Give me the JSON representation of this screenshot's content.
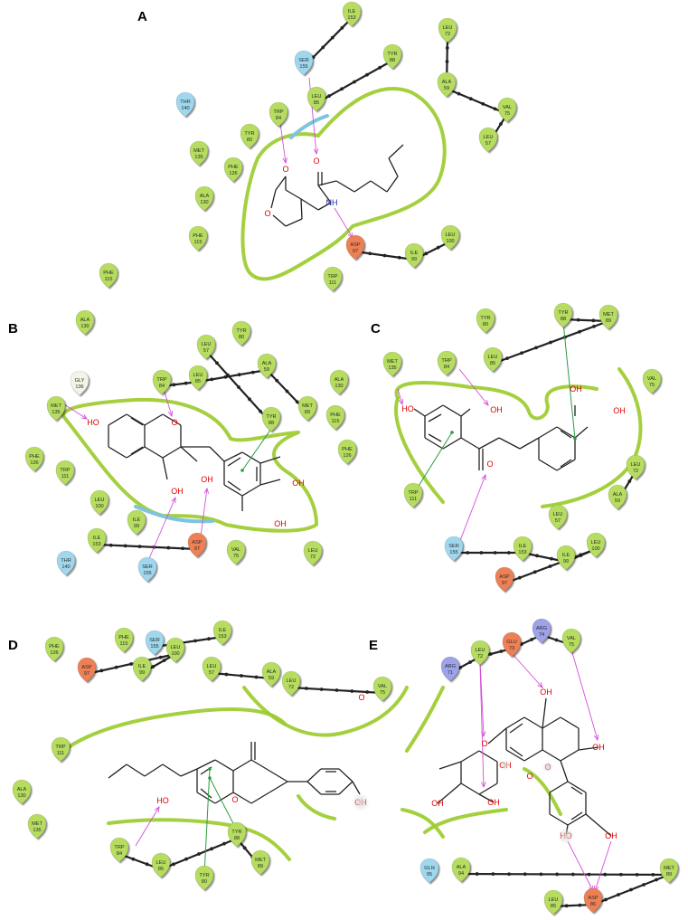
{
  "colors": {
    "hydrophobic": "#b6dd5e",
    "polar": "#9fd8ee",
    "negative": "#ee8055",
    "positive": "#9ea2e8",
    "glycine": "#f4f4e6",
    "pocket": "#9ccc2f",
    "solvent": "#7ec4dd",
    "hbond": "#d34ed8",
    "pipi": "#2a9d3e",
    "bond": "#222222",
    "oxygen": "#e00000",
    "nitrogen": "#1f2fb0"
  },
  "panels": [
    {
      "id": "A",
      "label": "A",
      "residues": [
        {
          "name": "ILE",
          "num": "153",
          "type": "hydrophobic"
        },
        {
          "name": "SER",
          "num": "155",
          "type": "polar"
        },
        {
          "name": "TYR",
          "num": "88",
          "type": "hydrophobic"
        },
        {
          "name": "LEU",
          "num": "85",
          "type": "hydrophobic"
        },
        {
          "name": "TRP",
          "num": "84",
          "type": "hydrophobic"
        },
        {
          "name": "THR",
          "num": "140",
          "type": "polar"
        },
        {
          "name": "TYR",
          "num": "80",
          "type": "hydrophobic"
        },
        {
          "name": "MET",
          "num": "135",
          "type": "hydrophobic"
        },
        {
          "name": "PHE",
          "num": "126",
          "type": "hydrophobic"
        },
        {
          "name": "ALA",
          "num": "130",
          "type": "hydrophobic"
        },
        {
          "name": "PHE",
          "num": "115",
          "type": "hydrophobic"
        },
        {
          "name": "TRP",
          "num": "111",
          "type": "hydrophobic"
        },
        {
          "name": "ASP",
          "num": "97",
          "type": "negative"
        },
        {
          "name": "ILE",
          "num": "99",
          "type": "hydrophobic"
        },
        {
          "name": "LEU",
          "num": "100",
          "type": "hydrophobic"
        },
        {
          "name": "LEU",
          "num": "72",
          "type": "hydrophobic"
        },
        {
          "name": "ALA",
          "num": "59",
          "type": "hydrophobic"
        },
        {
          "name": "VAL",
          "num": "75",
          "type": "hydrophobic"
        },
        {
          "name": "LEU",
          "num": "57",
          "type": "hydrophobic"
        }
      ],
      "atoms": [
        "O",
        "O",
        "O",
        "NH"
      ]
    },
    {
      "id": "B",
      "label": "B",
      "residues": [
        {
          "name": "ALA",
          "num": "130",
          "type": "hydrophobic"
        },
        {
          "name": "PHE",
          "num": "115",
          "type": "hydrophobic"
        },
        {
          "name": "GLY",
          "num": "136",
          "type": "glycine"
        },
        {
          "name": "MET",
          "num": "135",
          "type": "hydrophobic"
        },
        {
          "name": "TRP",
          "num": "84",
          "type": "hydrophobic"
        },
        {
          "name": "LEU",
          "num": "85",
          "type": "hydrophobic"
        },
        {
          "name": "LEU",
          "num": "57",
          "type": "hydrophobic"
        },
        {
          "name": "TYR",
          "num": "80",
          "type": "hydrophobic"
        },
        {
          "name": "ALA",
          "num": "59",
          "type": "hydrophobic"
        },
        {
          "name": "TYR",
          "num": "88",
          "type": "hydrophobic"
        },
        {
          "name": "MET",
          "num": "89",
          "type": "hydrophobic"
        },
        {
          "name": "ALA",
          "num": "130",
          "type": "hydrophobic"
        },
        {
          "name": "PHE",
          "num": "115",
          "type": "hydrophobic"
        },
        {
          "name": "PHE",
          "num": "126",
          "type": "hydrophobic"
        },
        {
          "name": "PHE",
          "num": "126",
          "type": "hydrophobic"
        },
        {
          "name": "TRP",
          "num": "111",
          "type": "hydrophobic"
        },
        {
          "name": "LEU",
          "num": "100",
          "type": "hydrophobic"
        },
        {
          "name": "ILE",
          "num": "99",
          "type": "hydrophobic"
        },
        {
          "name": "ILE",
          "num": "153",
          "type": "hydrophobic"
        },
        {
          "name": "THR",
          "num": "140",
          "type": "polar"
        },
        {
          "name": "SER",
          "num": "155",
          "type": "polar"
        },
        {
          "name": "ASP",
          "num": "97",
          "type": "negative"
        },
        {
          "name": "VAL",
          "num": "75",
          "type": "hydrophobic"
        },
        {
          "name": "LEU",
          "num": "72",
          "type": "hydrophobic"
        }
      ],
      "atoms": [
        "HO",
        "O",
        "OH",
        "OH",
        "OH",
        "OH"
      ]
    },
    {
      "id": "C",
      "label": "C",
      "residues": [
        {
          "name": "TYR",
          "num": "80",
          "type": "hydrophobic"
        },
        {
          "name": "TYR",
          "num": "88",
          "type": "hydrophobic"
        },
        {
          "name": "MET",
          "num": "89",
          "type": "hydrophobic"
        },
        {
          "name": "MET",
          "num": "135",
          "type": "hydrophobic"
        },
        {
          "name": "TRP",
          "num": "84",
          "type": "hydrophobic"
        },
        {
          "name": "LEU",
          "num": "85",
          "type": "hydrophobic"
        },
        {
          "name": "VAL",
          "num": "75",
          "type": "hydrophobic"
        },
        {
          "name": "TRP",
          "num": "111",
          "type": "hydrophobic"
        },
        {
          "name": "LEU",
          "num": "72",
          "type": "hydrophobic"
        },
        {
          "name": "ALA",
          "num": "59",
          "type": "hydrophobic"
        },
        {
          "name": "LEU",
          "num": "57",
          "type": "hydrophobic"
        },
        {
          "name": "SER",
          "num": "155",
          "type": "polar"
        },
        {
          "name": "ILE",
          "num": "153",
          "type": "hydrophobic"
        },
        {
          "name": "ILE",
          "num": "99",
          "type": "hydrophobic"
        },
        {
          "name": "LEU",
          "num": "100",
          "type": "hydrophobic"
        },
        {
          "name": "ASP",
          "num": "97",
          "type": "negative"
        }
      ],
      "atoms": [
        "HO",
        "OH",
        "OH",
        "OH",
        "O"
      ]
    },
    {
      "id": "D",
      "label": "D",
      "residues": [
        {
          "name": "PHE",
          "num": "126",
          "type": "hydrophobic"
        },
        {
          "name": "SER",
          "num": "155",
          "type": "polar"
        },
        {
          "name": "ILE",
          "num": "153",
          "type": "hydrophobic"
        },
        {
          "name": "PHE",
          "num": "115",
          "type": "hydrophobic"
        },
        {
          "name": "LEU",
          "num": "100",
          "type": "hydrophobic"
        },
        {
          "name": "ASP",
          "num": "97",
          "type": "negative"
        },
        {
          "name": "ILE",
          "num": "99",
          "type": "hydrophobic"
        },
        {
          "name": "LEU",
          "num": "57",
          "type": "hydrophobic"
        },
        {
          "name": "ALA",
          "num": "59",
          "type": "hydrophobic"
        },
        {
          "name": "LEU",
          "num": "72",
          "type": "hydrophobic"
        },
        {
          "name": "VAL",
          "num": "75",
          "type": "hydrophobic"
        },
        {
          "name": "TRP",
          "num": "111",
          "type": "hydrophobic"
        },
        {
          "name": "ALA",
          "num": "130",
          "type": "hydrophobic"
        },
        {
          "name": "MET",
          "num": "135",
          "type": "hydrophobic"
        },
        {
          "name": "TRP",
          "num": "84",
          "type": "hydrophobic"
        },
        {
          "name": "LEU",
          "num": "85",
          "type": "hydrophobic"
        },
        {
          "name": "TYR",
          "num": "88",
          "type": "hydrophobic"
        },
        {
          "name": "MET",
          "num": "89",
          "type": "hydrophobic"
        },
        {
          "name": "TYR",
          "num": "80",
          "type": "hydrophobic"
        }
      ],
      "atoms": [
        "O",
        "O",
        "HO",
        "OH"
      ]
    },
    {
      "id": "E",
      "label": "E",
      "residues": [
        {
          "name": "ARG",
          "num": "71",
          "type": "positive"
        },
        {
          "name": "LEU",
          "num": "72",
          "type": "hydrophobic"
        },
        {
          "name": "GLU",
          "num": "73",
          "type": "negative"
        },
        {
          "name": "ARG",
          "num": "74",
          "type": "positive"
        },
        {
          "name": "VAL",
          "num": "75",
          "type": "hydrophobic"
        },
        {
          "name": "GLN",
          "num": "95",
          "type": "polar"
        },
        {
          "name": "ALA",
          "num": "94",
          "type": "hydrophobic"
        },
        {
          "name": "MET",
          "num": "89",
          "type": "hydrophobic"
        },
        {
          "name": "LEU",
          "num": "85",
          "type": "hydrophobic"
        },
        {
          "name": "ASP",
          "num": "86",
          "type": "negative"
        }
      ],
      "atoms": [
        "OH",
        "O",
        "O",
        "OH",
        "O",
        "OH",
        "OH",
        "OH",
        "HO",
        "OH"
      ]
    }
  ]
}
